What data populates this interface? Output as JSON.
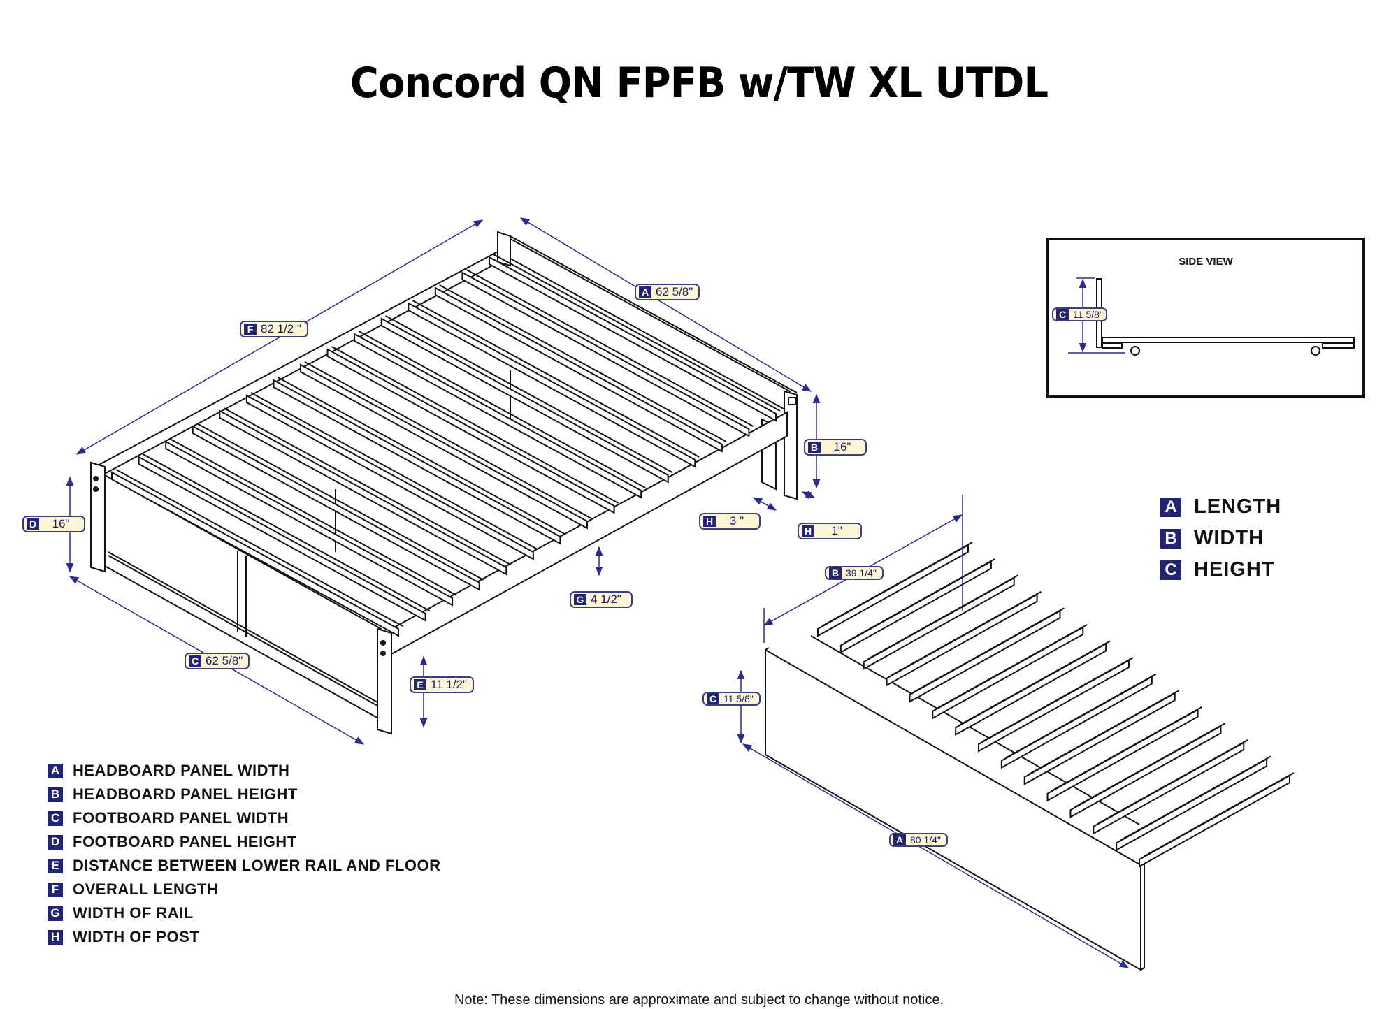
{
  "title": "Concord QN FPFB w/TW XL UTDL",
  "colors": {
    "badge": "#232574",
    "label_bg": "#fdf7d8",
    "label_border": "#3d3f7a",
    "dimension_line": "#2b2d8a",
    "outline": "#111111"
  },
  "bed_dimensions": [
    {
      "letter": "A",
      "value": "62 5/8\""
    },
    {
      "letter": "F",
      "value": "82 1/2 \""
    },
    {
      "letter": "B",
      "value": "16\""
    },
    {
      "letter": "H",
      "value": "3 \""
    },
    {
      "letter": "H",
      "value": "1\""
    },
    {
      "letter": "D",
      "value": "16\""
    },
    {
      "letter": "G",
      "value": "4 1/2\""
    },
    {
      "letter": "C",
      "value": "62 5/8\""
    },
    {
      "letter": "E",
      "value": "11 1/2\""
    }
  ],
  "trundle_dimensions": [
    {
      "letter": "B",
      "value": "39 1/4\""
    },
    {
      "letter": "C",
      "value": "11 5/8\""
    },
    {
      "letter": "A",
      "value": "80 1/4\""
    }
  ],
  "side_view": {
    "title": "SIDE VIEW",
    "dimension": {
      "letter": "C",
      "value": "11 5/8\""
    }
  },
  "bed_legend": [
    {
      "letter": "A",
      "label": "HEADBOARD PANEL WIDTH"
    },
    {
      "letter": "B",
      "label": "HEADBOARD PANEL HEIGHT"
    },
    {
      "letter": "C",
      "label": "FOOTBOARD PANEL WIDTH"
    },
    {
      "letter": "D",
      "label": "FOOTBOARD PANEL HEIGHT"
    },
    {
      "letter": "E",
      "label": "DISTANCE BETWEEN LOWER RAIL AND FLOOR"
    },
    {
      "letter": "F",
      "label": "OVERALL LENGTH"
    },
    {
      "letter": "G",
      "label": "WIDTH OF RAIL"
    },
    {
      "letter": "H",
      "label": "WIDTH OF POST"
    }
  ],
  "trundle_legend": [
    {
      "letter": "A",
      "label": "LENGTH"
    },
    {
      "letter": "B",
      "label": "WIDTH"
    },
    {
      "letter": "C",
      "label": "HEIGHT"
    }
  ],
  "note": "Note:  These dimensions are approximate and subject to change without notice."
}
